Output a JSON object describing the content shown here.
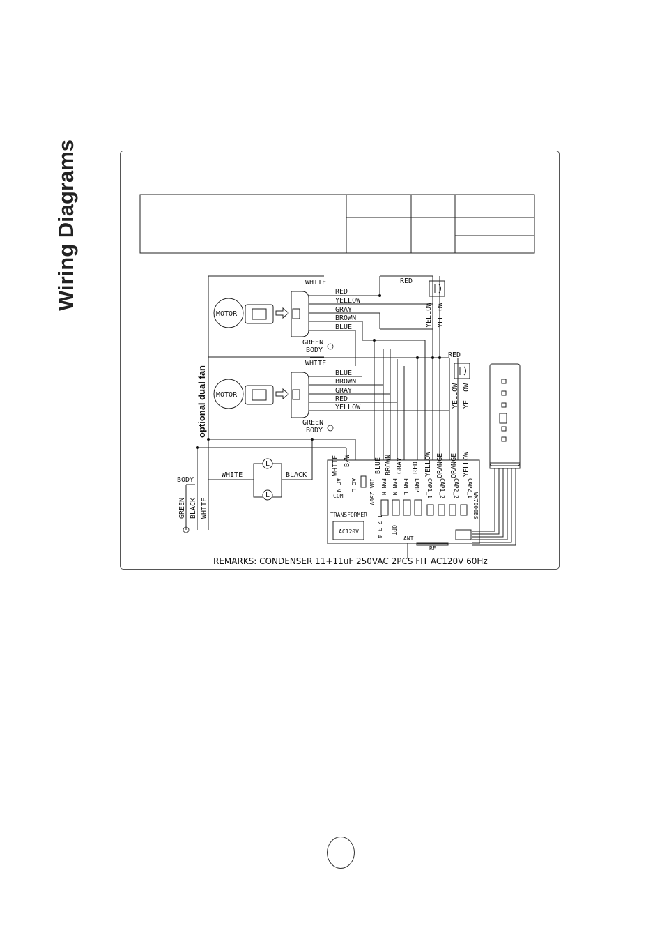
{
  "page": {
    "side_title": "Wiring Diagrams"
  },
  "diagram": {
    "optional_label": "optional dual fan",
    "motor_label": "MOTOR",
    "white": "WHITE",
    "black": "BLACK",
    "green_body": "GREEN",
    "body": "BODY",
    "fan1_wires": [
      "RED",
      "YELLOW",
      "GRAY",
      "BROWN",
      "BLUE"
    ],
    "fan2_wires": [
      "BLUE",
      "BROWN",
      "GRAY",
      "RED",
      "YELLOW"
    ],
    "cap_red": "RED",
    "cap_yellow": "YELLOW",
    "vertical_wires": [
      "WHITE",
      "B/W",
      "BLUE",
      "BROWN",
      "GRAY",
      "RED",
      "YELLOW",
      "ORANGE",
      "ORANGE",
      "YELLOW"
    ],
    "board_terminals": [
      "AC N",
      "AC L",
      "FAN H",
      "FAN M",
      "FAN L",
      "LAMP",
      "CAP1_1",
      "CAP1_2",
      "CAP2_2",
      "CAP2_1"
    ],
    "board_com": "COM",
    "fuse": "10A 250V",
    "transformer": "TRANSFORMER",
    "ac120v": "AC120V",
    "opt": "OPT",
    "dip": "1 2 3 4",
    "ant": "ANT",
    "rf": "RF",
    "model": "WK7000BS",
    "lamp_symbol": "L",
    "supply_labels": [
      "GREEN",
      "BLACK",
      "WHITE"
    ],
    "supply_body": "BODY",
    "remarks": "REMARKS: CONDENSER  11+11uF    250VAC    2PCS  FIT  AC120V  60Hz"
  }
}
